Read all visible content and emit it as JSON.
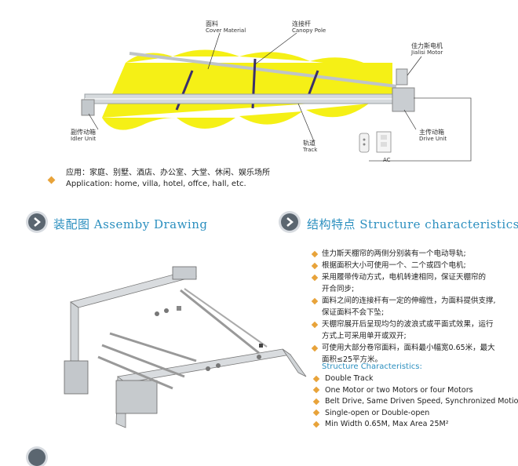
{
  "top_labels": {
    "cover_cn": "面料",
    "cover_en": "Cover Material",
    "pole_cn": "连接杆",
    "pole_en": "Canopy Pole",
    "motor_cn": "佳力斯电机",
    "motor_en": "Jialisi Motor",
    "idler_cn": "副传动箱",
    "idler_en": "Idler Unit",
    "track_cn": "轨道",
    "track_en": "Track",
    "drive_cn": "主传动箱",
    "drive_en": "Drive Unit",
    "ac": "AC"
  },
  "application": {
    "cn": "应用：家庭、别墅、酒店、办公室、大堂、休闲、娱乐场所",
    "en": "Application: home, villa, hotel, offce, hall, etc."
  },
  "sections": {
    "assembly_title": "装配图  Assemby Drawing",
    "structure_title": "结构特点  Structure characteristics"
  },
  "features_cn": [
    "佳力斯天棚帘的两侧分别装有一个电动导轨;",
    "根据面积大小可使用一个、二个或四个电机;",
    "采用履带传动方式，电机转速相同，保证天棚帘的",
    "开合同步;",
    "面料之间的连接杆有一定的伸缩性，为面料提供支撑,",
    "保证面料不会下坠;",
    "天棚帘展开后呈现均匀的波浪式或平面式效果，运行",
    "方式上可采用单开或双开;",
    "可使用大部分卷帘面料，面料最小幅宽0.65米，最大",
    "面积≤25平方米。"
  ],
  "features_en_title": "Structure Characteristics:",
  "features_en": [
    "Double Track",
    "One Motor or two Motors or four Motors",
    "Belt Drive, Same Driven Speed, Synchronized Motion",
    "Single-open or Double-open",
    "Min Width 0.65M, Max Area 25M²"
  ],
  "colors": {
    "accent": "#2b8fbf",
    "bullet": "#e8a33a",
    "fabric": "#f5f016"
  }
}
